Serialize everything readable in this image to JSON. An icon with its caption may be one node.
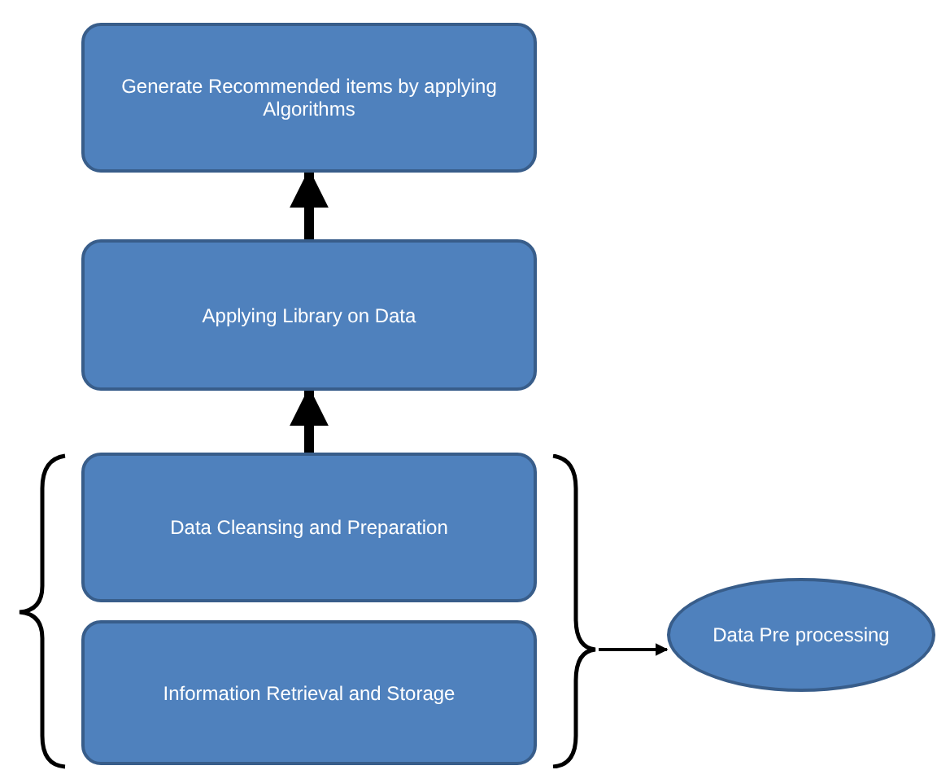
{
  "diagram": {
    "nodes": [
      {
        "text": [
          "Generate Recommended items by applying Algorithms"
        ]
      },
      {
        "text": [
          "Applying Library on Data"
        ]
      },
      {
        "text": [
          "Data Cleansing and Preparation"
        ]
      },
      {
        "text": [
          "Information Retrieval and Storage"
        ]
      },
      {
        "text": [],
        "shape": "brace"
      },
      {
        "text": [
          "Data Pre processing"
        ]
      }
    ],
    "edges": [
      {
        "from": 1,
        "to": 0,
        "arrow": "to"
      },
      {
        "from": 2,
        "to": 1,
        "arrow": "to"
      },
      {
        "from": 4,
        "to": 5,
        "arrow": "to"
      }
    ]
  }
}
